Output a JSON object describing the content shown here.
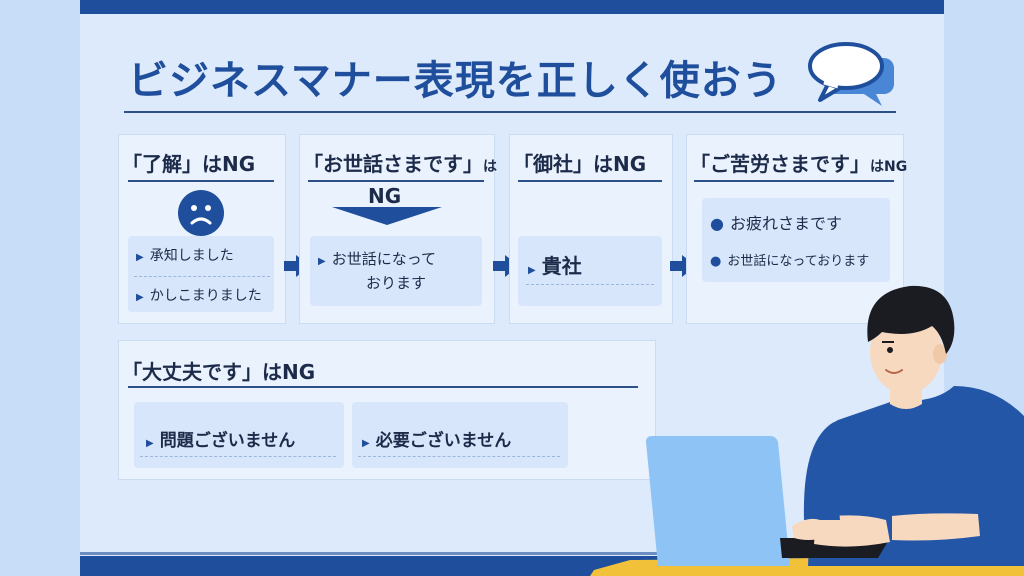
{
  "title": "ビジネスマナー表現を正しく使おう",
  "cards": {
    "ryokai": {
      "heading": "「了解」",
      "suffix": "はNG",
      "items": [
        "承知しました",
        "かしこまりました"
      ]
    },
    "osewa": {
      "heading": "「お世話さまです」",
      "suffix": "は",
      "ng": "NG",
      "items": [
        "お世話になって",
        "おります"
      ]
    },
    "onsha": {
      "heading": "「御社」",
      "suffix": "はNG",
      "items": [
        "貴社"
      ]
    },
    "gokuro": {
      "heading": "「ご苦労さまです」",
      "suffix": "はNG",
      "items": [
        "お疲れさまです",
        "お世話になっております"
      ]
    },
    "daijobu": {
      "heading": "「大丈夫です」",
      "suffix": "はNG",
      "items": [
        "問題ございません",
        "必要ございません"
      ]
    }
  },
  "colors": {
    "accent": "#1f4f9c",
    "background": "#c8ddf7",
    "panel": "#dceafb",
    "card": "#eaf2fd",
    "laptop": "#8ec4f5",
    "shirt": "#2456a8",
    "desk": "#f2c13a"
  },
  "icons": [
    "speech-bubbles-icon",
    "sad-face-icon",
    "down-arrow-icon",
    "right-arrow-icon",
    "triangle-bullet-icon",
    "dot-bullet-icon"
  ]
}
